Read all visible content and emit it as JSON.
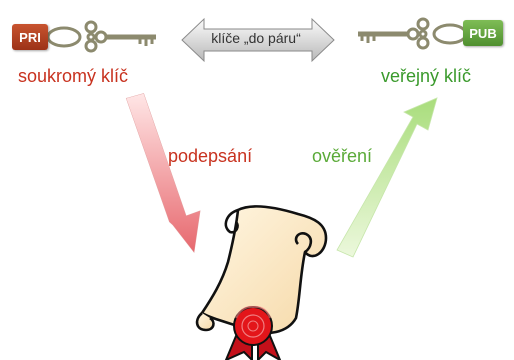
{
  "keys": {
    "private_tag": "PRI",
    "public_tag": "PUB",
    "pair_label": "klíče „do páru“",
    "private_label": "soukromý klíč",
    "public_label": "veřejný klíč"
  },
  "arrows": {
    "sign_label": "podepsání",
    "verify_label": "ověření"
  },
  "colors": {
    "private": "#c8321f",
    "public": "#3a9a2c",
    "key_metal": "#8c8a6e",
    "scroll": "#fbeacb",
    "seal": "#e3151a"
  }
}
